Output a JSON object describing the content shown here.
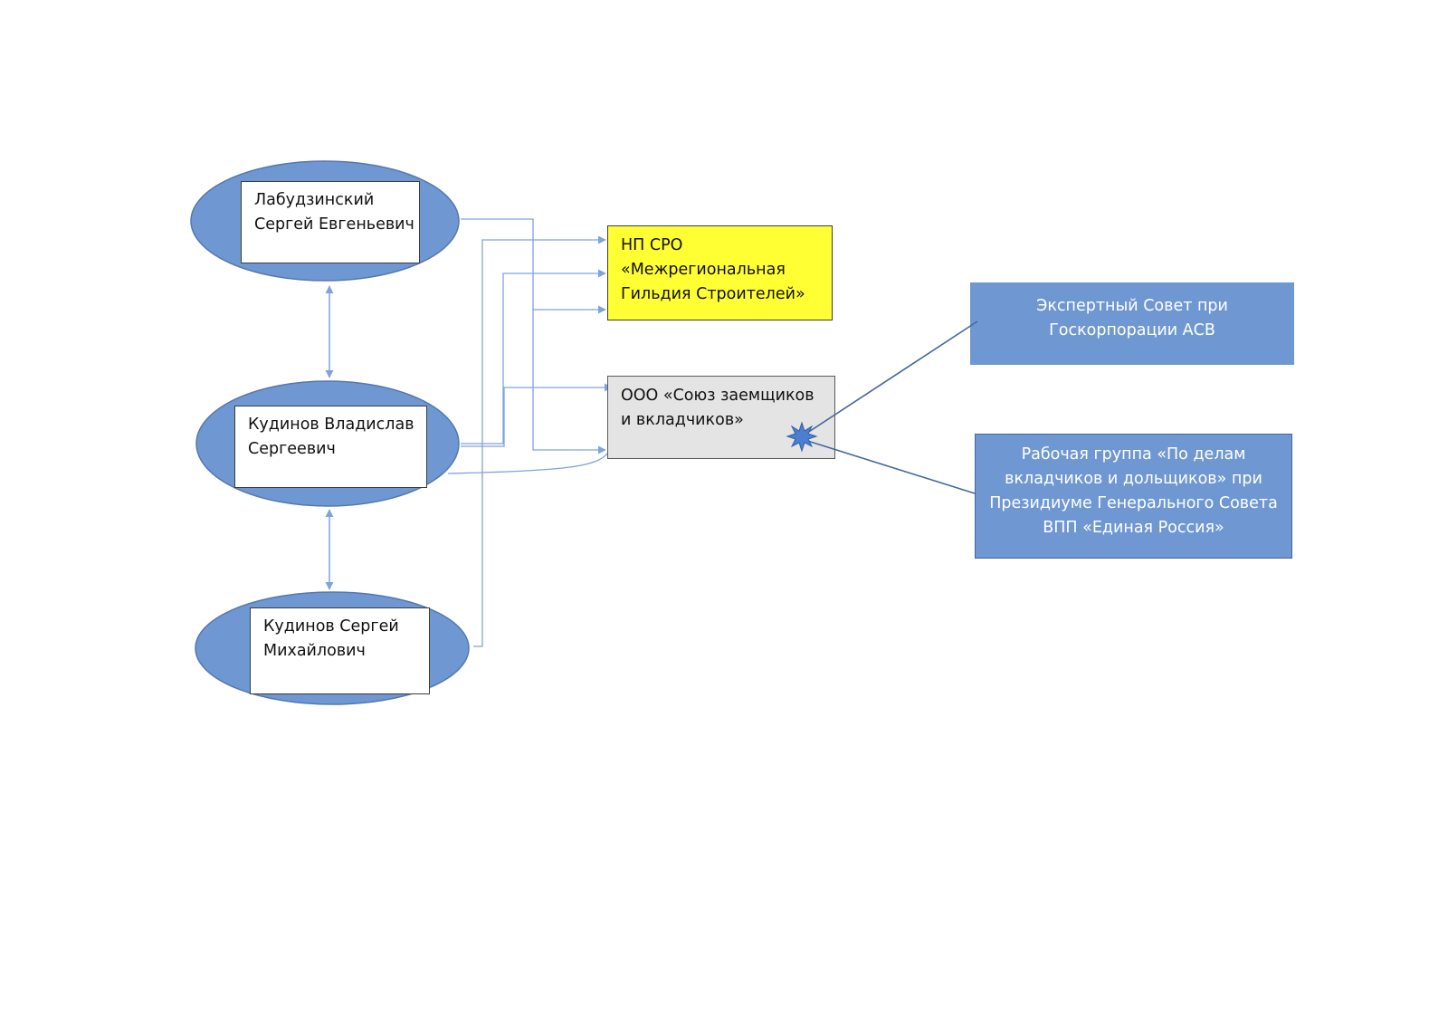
{
  "colors": {
    "ellipse_fill": "#6f98d2",
    "ellipse_stroke": "#5577b0",
    "connector": "#7fa3dc",
    "edge_dark": "#44679d",
    "yellow_box": "#ffff33",
    "gray_box": "#e4e4e4",
    "blue_box": "#6f98d2",
    "burst": "#4d7fd0"
  },
  "people": {
    "labudzinsky": {
      "line1": "Лабудзинский",
      "line2": "Сергей Евгеньевич"
    },
    "kudinov_v": {
      "line1": "Кудинов Владислав",
      "line2": "Сергеевич"
    },
    "kudinov_s": {
      "line1": "Кудинов Сергей",
      "line2": "Михайлович"
    }
  },
  "organizations": {
    "np_sro": {
      "line1": "НП СРО",
      "line2": "«Межрегиональная",
      "line3": "Гильдия Строителей»"
    },
    "ooo_soyuz": {
      "line1": "ООО «Союз заемщиков",
      "line2": "и вкладчиков»"
    }
  },
  "councils": {
    "expert_council": {
      "line1": "Экспертный Совет при",
      "line2": "Госкорпорации АСВ"
    },
    "working_group": {
      "line1": "Рабочая группа «По делам",
      "line2": "вкладчиков и дольщиков» при",
      "line3": "Президиуме Генерального Совета",
      "line4": "ВПП «Единая Россия»"
    }
  },
  "icons": {
    "arrowheads": "arrow-head-icon",
    "junction": "burst-star-icon"
  }
}
